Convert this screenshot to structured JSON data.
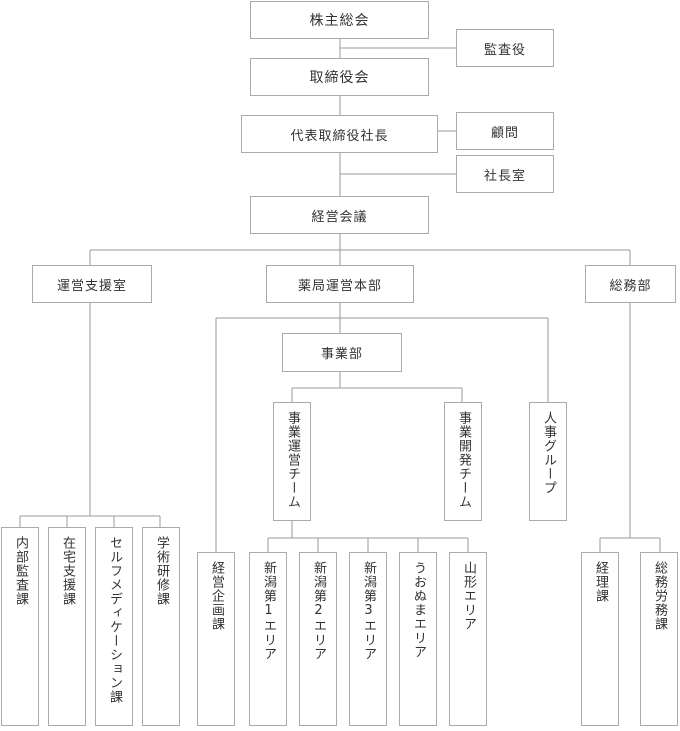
{
  "chart": {
    "shareholders": "株主総会",
    "auditor": "監査役",
    "board": "取締役会",
    "president": "代表取締役社長",
    "advisor": "顧問",
    "presidents_office": "社長室",
    "management_meeting": "経営会議",
    "operations_support": "運営支援室",
    "pharmacy_hq": "薬局運営本部",
    "general_affairs": "総務部",
    "business_div": "事業部",
    "business_ops_team": "事業運営チーム",
    "business_dev_team": "事業開発チーム",
    "hr_group": "人事グループ",
    "internal_audit": "内部監査課",
    "home_support": "在宅支援課",
    "self_medication": "セルフメディケーション課",
    "academic_training": "学術研修課",
    "mgmt_planning": "経営企画課",
    "niigata1": "新潟第1エリア",
    "niigata2": "新潟第2エリア",
    "niigata3": "新潟第3エリア",
    "uonuma": "うおぬまエリア",
    "yamagata": "山形エリア",
    "accounting": "経理課",
    "gen_labor": "総務労務課"
  },
  "colors": {
    "line": "#9a9a9a",
    "border": "#aaaaaa",
    "text": "#333333"
  }
}
